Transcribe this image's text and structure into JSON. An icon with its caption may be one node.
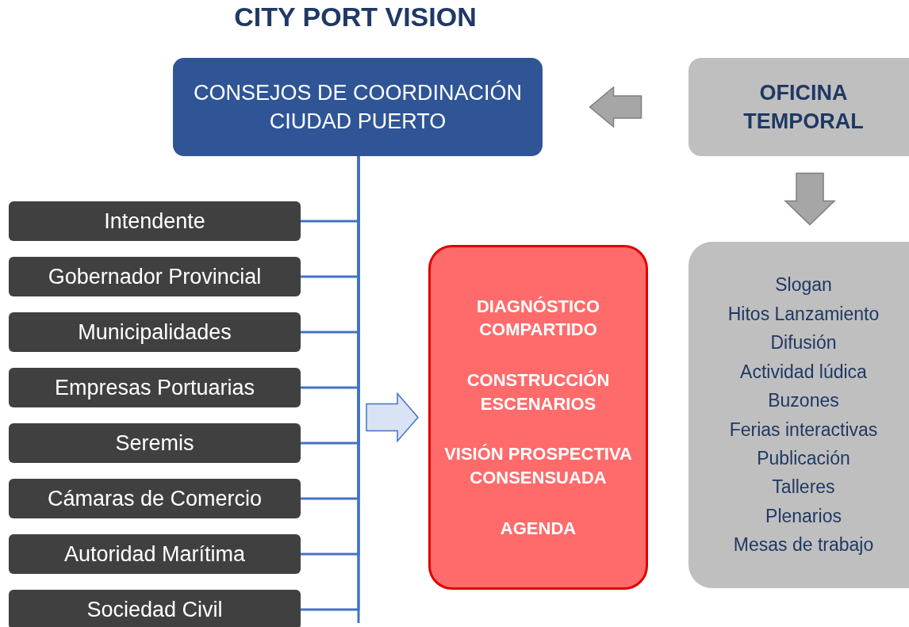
{
  "diagram": {
    "title": "CITY PORT VISION",
    "nodes": [
      {
        "text": [
          "CONSEJOS DE COORDINACIÓN CIUDAD PUERTO"
        ]
      },
      {
        "text": [
          "OFICINA TEMPORAL"
        ]
      },
      {
        "text": [
          "Intendente"
        ]
      },
      {
        "text": [
          "Gobernador Provincial"
        ]
      },
      {
        "text": [
          "Municipalidades"
        ]
      },
      {
        "text": [
          "Empresas Portuarias"
        ]
      },
      {
        "text": [
          "Seremis"
        ]
      },
      {
        "text": [
          "Cámaras de Comercio"
        ]
      },
      {
        "text": [
          "Autoridad Marítima"
        ]
      },
      {
        "text": [
          "Sociedad Civil"
        ]
      },
      {
        "text": [
          "DIAGNÓSTICO COMPARTIDO",
          "CONSTRUCCIÓN ESCENARIOS",
          "VISIÓN PROSPECTIVA CONSENSUADA",
          "AGENDA"
        ]
      },
      {
        "text": [
          "Slogan",
          "Hitos Lanzamiento",
          "Difusión",
          "Actividad lúdica",
          "Buzones",
          "Ferias interactivas",
          "Publicación",
          "Talleres",
          "Plenarios",
          "Mesas de trabajo"
        ]
      }
    ],
    "edges": [
      {
        "from": 0,
        "to": 2,
        "arrow": "none"
      },
      {
        "from": 0,
        "to": 3,
        "arrow": "none"
      },
      {
        "from": 0,
        "to": 4,
        "arrow": "none"
      },
      {
        "from": 0,
        "to": 5,
        "arrow": "none"
      },
      {
        "from": 0,
        "to": 6,
        "arrow": "none"
      },
      {
        "from": 0,
        "to": 7,
        "arrow": "none"
      },
      {
        "from": 0,
        "to": 8,
        "arrow": "none"
      },
      {
        "from": 0,
        "to": 9,
        "arrow": "none"
      },
      {
        "from": 1,
        "to": 0,
        "arrow": "to",
        "style": "thick",
        "color": "#a6a6a6"
      },
      {
        "from": 1,
        "to": 11,
        "arrow": "to",
        "style": "thick",
        "color": "#a6a6a6"
      },
      {
        "from": null,
        "to": 10,
        "arrow": "to",
        "style": "thick",
        "color": "#dae3f3"
      }
    ]
  }
}
